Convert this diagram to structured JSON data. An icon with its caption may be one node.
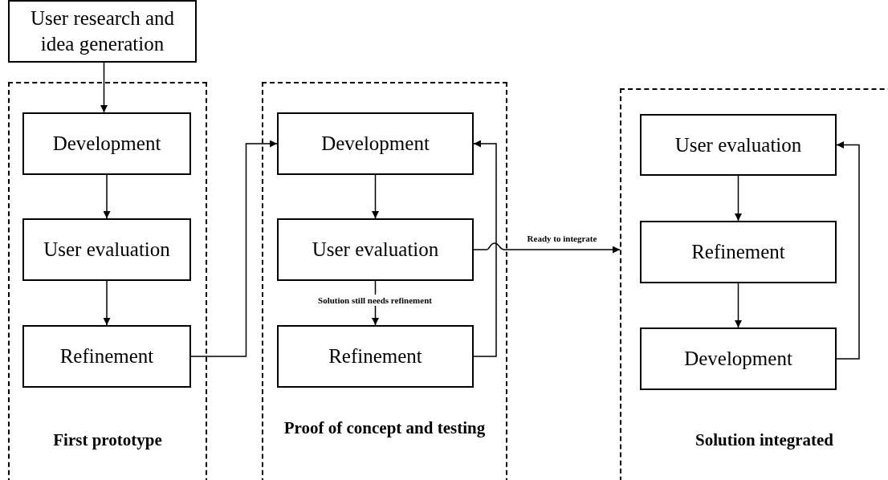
{
  "diagram": {
    "nodes": [
      {
        "text": [
          "User research and idea generation"
        ]
      },
      {
        "text": [
          "First prototype"
        ]
      },
      {
        "text": [
          "Development"
        ],
        "in": 1
      },
      {
        "text": [
          "User evaluation"
        ],
        "in": 1
      },
      {
        "text": [
          "Refinement"
        ],
        "in": 1
      },
      {
        "text": [
          "Proof of concept and testing"
        ]
      },
      {
        "text": [
          "Development"
        ],
        "in": 5
      },
      {
        "text": [
          "User evaluation"
        ],
        "in": 5
      },
      {
        "text": [
          "Refinement"
        ],
        "in": 5
      },
      {
        "text": [
          "Solution integrated"
        ]
      },
      {
        "text": [
          "User evaluation"
        ],
        "in": 9
      },
      {
        "text": [
          "Refinement"
        ],
        "in": 9
      },
      {
        "text": [
          "Development"
        ],
        "in": 9
      }
    ],
    "edges": [
      {
        "from": 0,
        "to": 2,
        "arrow": "to"
      },
      {
        "from": 2,
        "to": 3,
        "arrow": "to"
      },
      {
        "from": 3,
        "to": 4,
        "arrow": "to"
      },
      {
        "from": 4,
        "to": 6,
        "arrow": "to"
      },
      {
        "from": 6,
        "to": 7,
        "arrow": "to"
      },
      {
        "from": 7,
        "to": 8,
        "arrow": "to",
        "label": "Solution still needs refinement"
      },
      {
        "from": 8,
        "to": 6,
        "arrow": "to"
      },
      {
        "from": 7,
        "to": 9,
        "arrow": "to",
        "label": "Ready to integrate"
      },
      {
        "from": 10,
        "to": 11,
        "arrow": "to"
      },
      {
        "from": 11,
        "to": 12,
        "arrow": "to"
      },
      {
        "from": 12,
        "to": 10,
        "arrow": "to"
      }
    ]
  }
}
